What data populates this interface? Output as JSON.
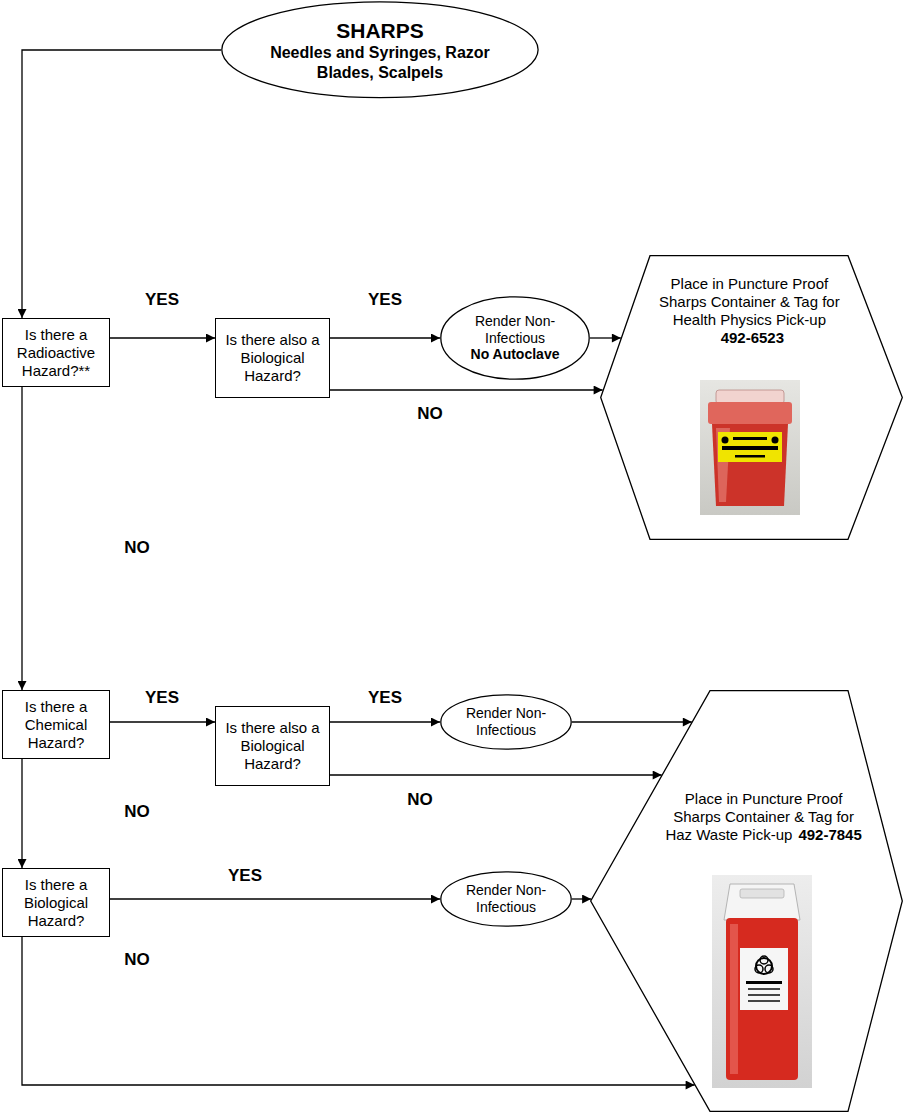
{
  "diagram": {
    "nodes": [
      {
        "text": [
          "SHARPS",
          "Needles and Syringes, Razor Blades, Scalpels"
        ]
      },
      {
        "text": [
          "Is there a Radioactive Hazard?**"
        ]
      },
      {
        "text": [
          "Is there also a Biological Hazard?"
        ]
      },
      {
        "text": [
          "Render Non-Infectious",
          "No Autoclave"
        ]
      },
      {
        "text": [
          "Place in Puncture Proof Sharps Container & Tag for Health Physics Pick-up",
          "492-6523"
        ]
      },
      {
        "text": [
          "Is there a Chemical Hazard?"
        ]
      },
      {
        "text": [
          "Is there also a Biological Hazard?"
        ]
      },
      {
        "text": [
          "Render Non-Infectious"
        ]
      },
      {
        "text": [
          "Is there a Biological Hazard?"
        ]
      },
      {
        "text": [
          "Render Non-Infectious"
        ]
      },
      {
        "text": [
          "Place in Puncture Proof Sharps Container & Tag for Haz Waste Pick-up",
          "492-7845"
        ]
      }
    ],
    "edges": [
      {
        "from": 0,
        "to": 1,
        "arrow": "to"
      },
      {
        "from": 1,
        "to": 2,
        "label": "YES",
        "arrow": "to"
      },
      {
        "from": 2,
        "to": 3,
        "label": "YES",
        "arrow": "to"
      },
      {
        "from": 3,
        "to": 4,
        "arrow": "to"
      },
      {
        "from": 2,
        "to": 4,
        "label": "NO",
        "arrow": "to"
      },
      {
        "from": 1,
        "to": 5,
        "label": "NO",
        "arrow": "to"
      },
      {
        "from": 5,
        "to": 6,
        "label": "YES",
        "arrow": "to"
      },
      {
        "from": 6,
        "to": 7,
        "label": "YES",
        "arrow": "to"
      },
      {
        "from": 7,
        "to": 10,
        "arrow": "to"
      },
      {
        "from": 6,
        "to": 10,
        "label": "NO",
        "arrow": "to"
      },
      {
        "from": 5,
        "to": 8,
        "label": "NO",
        "arrow": "to"
      },
      {
        "from": 8,
        "to": 9,
        "label": "YES",
        "arrow": "to"
      },
      {
        "from": 9,
        "to": 10,
        "arrow": "to"
      },
      {
        "from": 8,
        "to": 10,
        "label": "NO",
        "arrow": "to"
      }
    ]
  }
}
